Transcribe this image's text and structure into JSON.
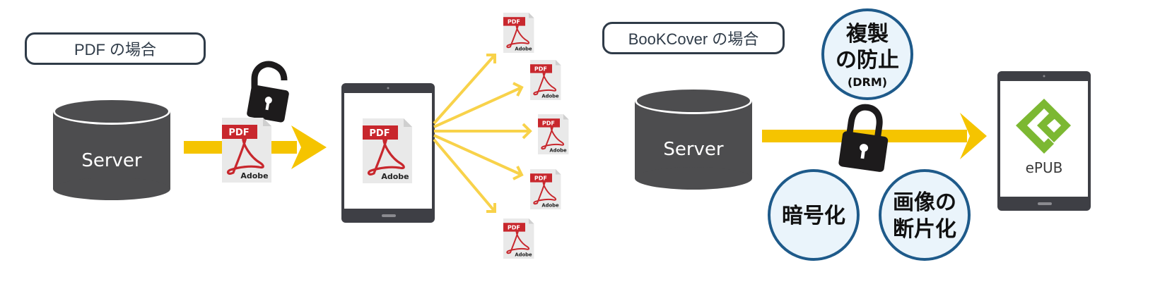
{
  "pdf_case": {
    "label": "PDF の場合",
    "server_label": "Server",
    "file_badge": "PDF",
    "file_brand": "Adobe"
  },
  "bookcover_case": {
    "label": "BooKCover の場合",
    "server_label": "Server",
    "epub_label": "ePUB",
    "circles": {
      "copy_protection_line1": "複製",
      "copy_protection_line2": "の防止",
      "copy_protection_sub": "(DRM)",
      "encryption": "暗号化",
      "fragmentation_line1": "画像の",
      "fragmentation_line2": "断片化"
    }
  },
  "colors": {
    "arrow_yellow": "#f5c400",
    "arrow_light_yellow": "#f8d24a",
    "server_gray": "#4d4d4f",
    "pdf_red": "#c8272d",
    "circle_border": "#1e5a8a",
    "circle_fill": "#eaf4fb",
    "epub_green": "#7cb832",
    "tablet_dark": "#3e3f45"
  }
}
